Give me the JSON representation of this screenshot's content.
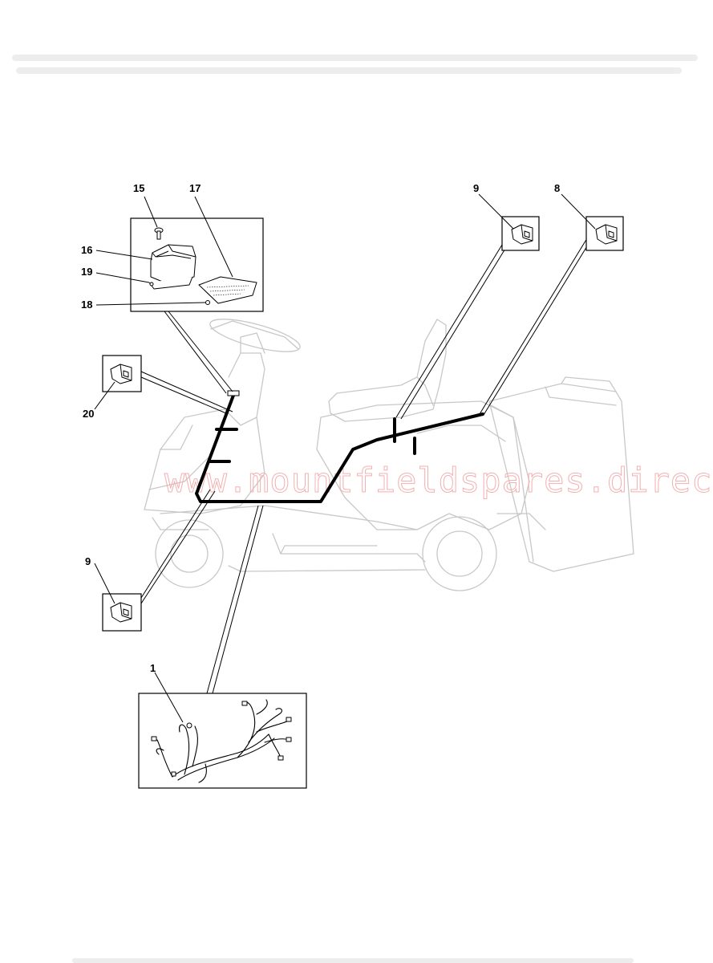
{
  "diagram": {
    "watermark": "www.mountfieldspares.direct",
    "callouts": {
      "p15": "15",
      "p17": "17",
      "p16": "16",
      "p19": "19",
      "p18": "18",
      "p20": "20",
      "p9_top": "9",
      "p8": "8",
      "p9_bottom": "9",
      "p1": "1"
    }
  }
}
